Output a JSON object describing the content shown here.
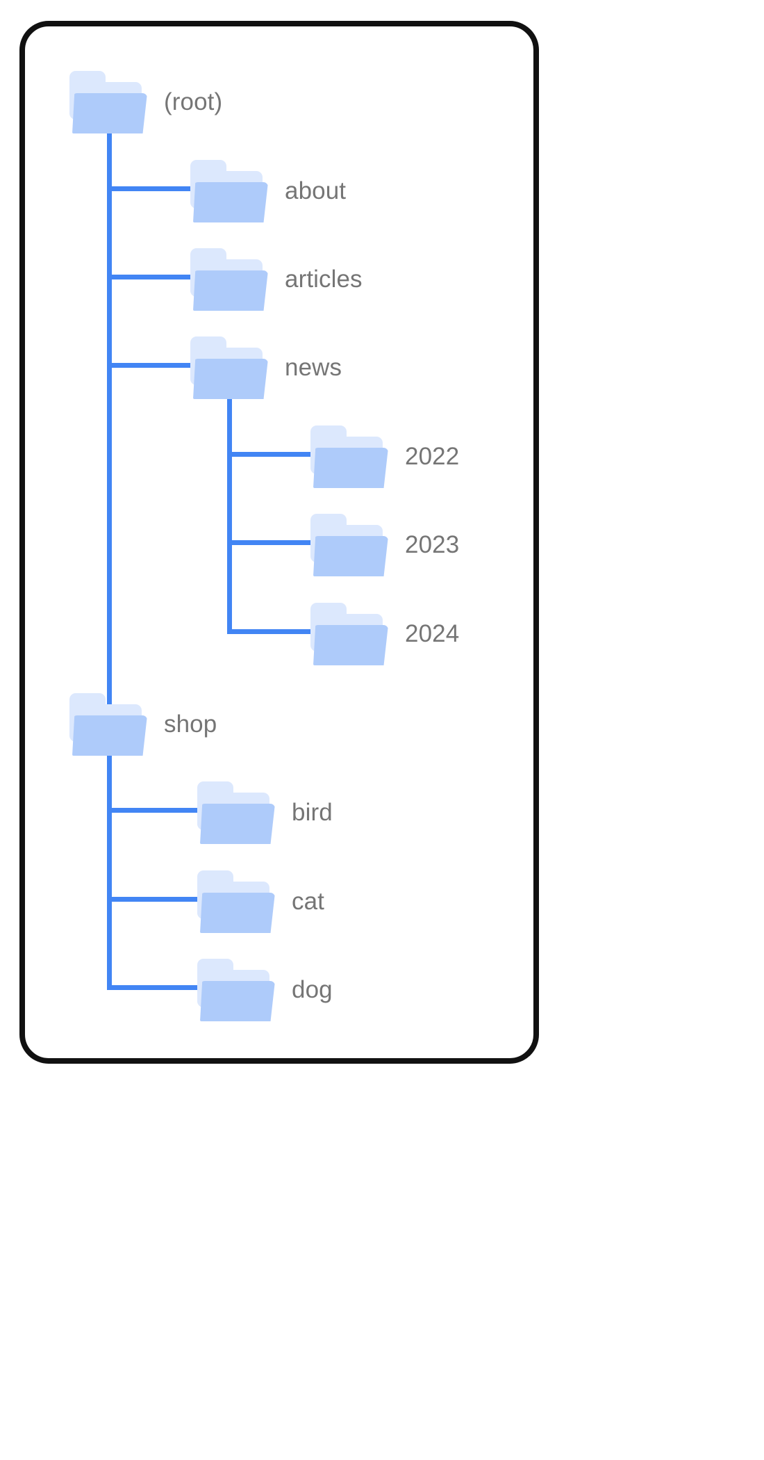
{
  "diagram": {
    "type": "folder-tree",
    "title": "",
    "colors": {
      "connector": "#4285f4",
      "folder_front": "#aecbfa",
      "folder_back": "#dce8fd",
      "label_text": "#757575",
      "card_border": "#111111",
      "background": "#ffffff"
    },
    "nodes": {
      "root": "(root)",
      "about": "about",
      "articles": "articles",
      "news": "news",
      "news_2022": "2022",
      "news_2023": "2023",
      "news_2024": "2024",
      "shop": "shop",
      "shop_bird": "bird",
      "shop_cat": "cat",
      "shop_dog": "dog"
    },
    "tree": [
      {
        "label": "(root)",
        "depth": 0,
        "children": [
          {
            "label": "about",
            "depth": 1,
            "children": []
          },
          {
            "label": "articles",
            "depth": 1,
            "children": []
          },
          {
            "label": "news",
            "depth": 1,
            "children": [
              {
                "label": "2022",
                "depth": 2,
                "children": []
              },
              {
                "label": "2023",
                "depth": 2,
                "children": []
              },
              {
                "label": "2024",
                "depth": 2,
                "children": []
              }
            ]
          },
          {
            "label": "shop",
            "depth": 1,
            "children": [
              {
                "label": "bird",
                "depth": 2,
                "children": []
              },
              {
                "label": "cat",
                "depth": 2,
                "children": []
              },
              {
                "label": "dog",
                "depth": 2,
                "children": []
              }
            ]
          }
        ]
      }
    ]
  }
}
